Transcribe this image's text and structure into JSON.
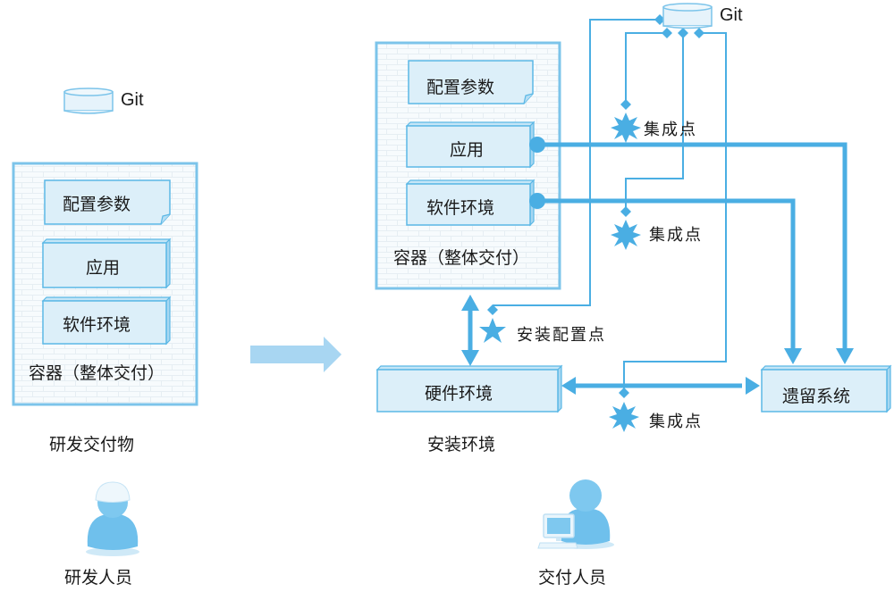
{
  "left": {
    "git_label": "Git",
    "config": "配置参数",
    "app": "应用",
    "software_env": "软件环境",
    "container": "容器（整体交付）",
    "caption": "研发交付物",
    "person": "研发人员"
  },
  "right": {
    "git_label": "Git",
    "config": "配置参数",
    "app": "应用",
    "software_env": "软件环境",
    "container": "容器（整体交付）",
    "hardware_env": "硬件环境",
    "legacy_system": "遗留系统",
    "caption": "安装环境",
    "person": "交付人员",
    "integration_point_1": "集成点",
    "integration_point_2": "集成点",
    "integration_point_3": "集成点",
    "install_config_point": "安装配置点"
  },
  "colors": {
    "accent": "#4aaee3",
    "box_fill": "#dceff9",
    "box_border": "#5bb8e6",
    "arrow_fill": "#a8d6f2"
  }
}
